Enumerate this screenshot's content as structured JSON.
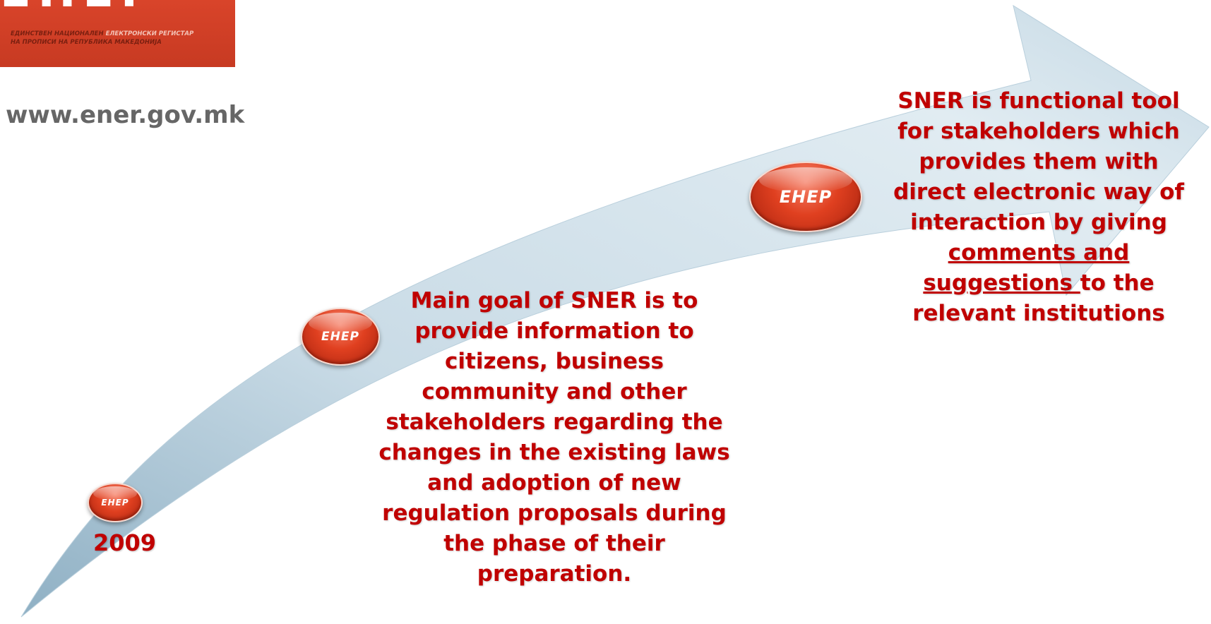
{
  "logo": {
    "mark": "ЕНЕР",
    "tagline_line1_a": "ЕДИНСТВЕН НАЦИОНАЛЕН",
    "tagline_line1_b": "ЕЛЕКТРОНСКИ РЕГИСТАР",
    "tagline_line2": "НА ПРОПИСИ НА РЕПУБЛИКА МАКЕДОНИЈА"
  },
  "site_url": "www.ener.gov.mk",
  "badges": [
    {
      "label": "ЕНЕР"
    },
    {
      "label": "ЕНЕР"
    },
    {
      "label": "ЕНЕР"
    }
  ],
  "timeline": {
    "year": "2009",
    "mid_text": "Main goal of SNER is to provide information to citizens, business community and other stakeholders regarding the changes in the existing laws and adoption of new regulation proposals during the phase of their preparation.",
    "right_text_before": "SNER is functional tool for stakeholders which provides them with direct electronic way of interaction by giving ",
    "right_text_underlined": "comments and suggestions ",
    "right_text_after": "to the relevant institutions"
  },
  "colors": {
    "accent_red": "#c00000",
    "logo_bg": "#d0402a",
    "arrow_light": "#dbe7ef",
    "arrow_dark": "#9fbccd",
    "url_gray": "#666666"
  }
}
